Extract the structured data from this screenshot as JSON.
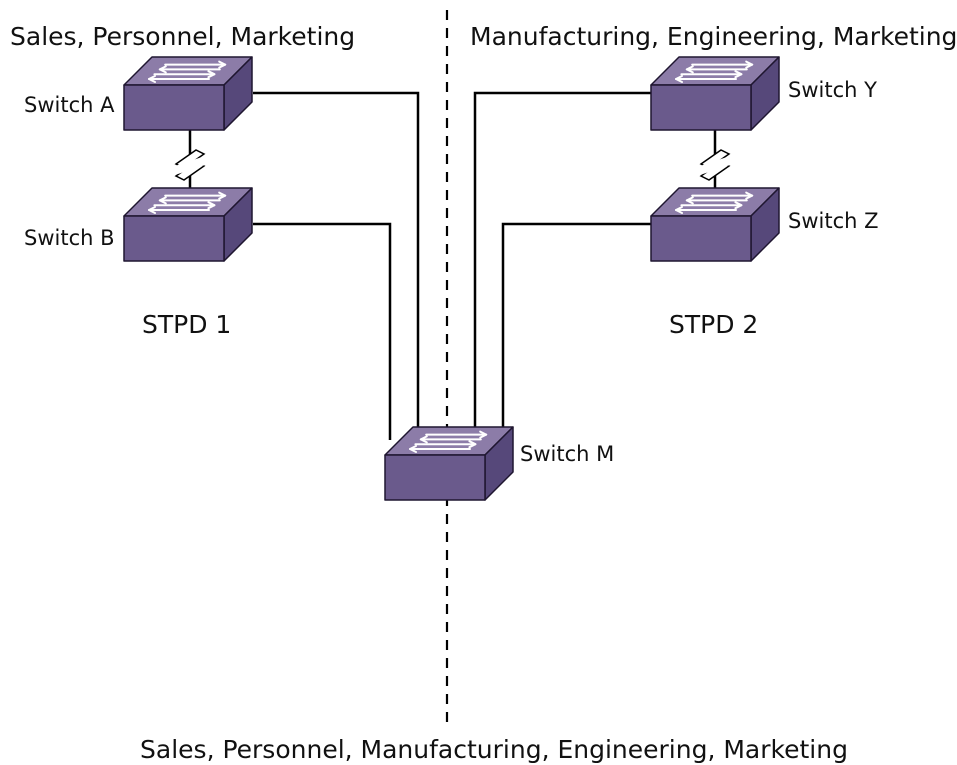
{
  "domains": {
    "top_left": "Sales, Personnel, Marketing",
    "top_right": "Manufacturing, Engineering, Marketing",
    "bottom": "Sales, Personnel, Manufacturing, Engineering, Marketing"
  },
  "stpd": {
    "left": "STPD 1",
    "right": "STPD 2"
  },
  "switches": {
    "a": "Switch A",
    "b": "Switch B",
    "y": "Switch Y",
    "z": "Switch Z",
    "m": "Switch M"
  },
  "colors": {
    "switch_top": "#8c7ca8",
    "switch_front": "#6a5a8c",
    "switch_side": "#56487a",
    "line": "#000000"
  }
}
